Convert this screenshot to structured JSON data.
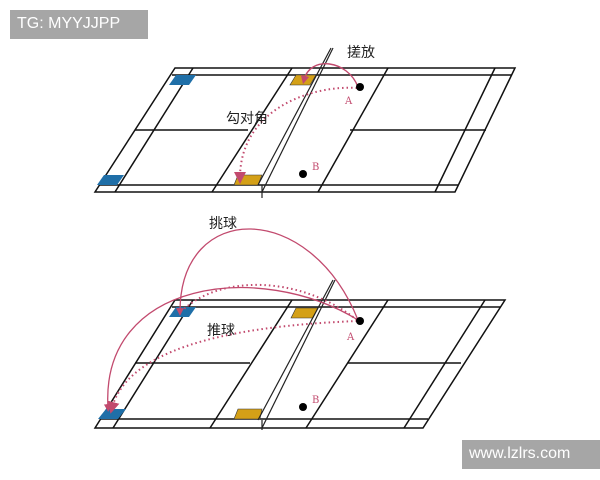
{
  "watermarks": {
    "top_left": "TG: MYYJJPP",
    "bottom_right": "www.lzlrs.com"
  },
  "diagrams": [
    {
      "id": "top",
      "shots": [
        {
          "label": "搓放",
          "style": "solid-arc"
        },
        {
          "label": "勾对角",
          "style": "dotted-arc"
        }
      ],
      "points": [
        {
          "label": "A"
        },
        {
          "label": "B"
        }
      ]
    },
    {
      "id": "bottom",
      "shots": [
        {
          "label": "挑球",
          "style": "solid-arc"
        },
        {
          "label": "推球",
          "style": "dotted-arc"
        }
      ],
      "points": [
        {
          "label": "A"
        },
        {
          "label": "B"
        }
      ]
    }
  ],
  "colors": {
    "court_line": "#111111",
    "blue_zone": "#1f6fa8",
    "gold_zone": "#d4a017",
    "trajectory": "#c24a6e"
  }
}
